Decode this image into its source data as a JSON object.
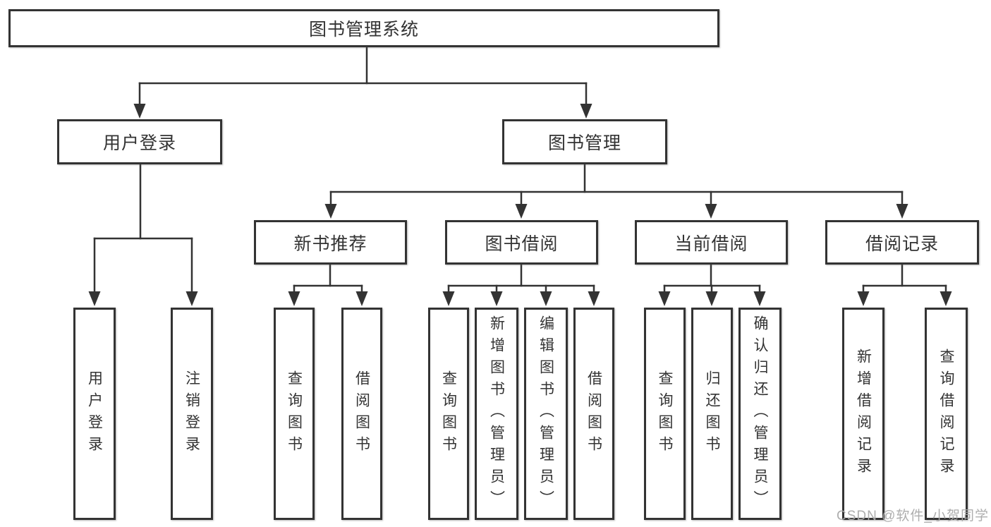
{
  "tree": {
    "label": "图书管理系统",
    "children": [
      {
        "label": "用户登录",
        "children": [
          {
            "label": "用户登录"
          },
          {
            "label": "注销登录"
          }
        ]
      },
      {
        "label": "图书管理",
        "children": [
          {
            "label": "新书推荐",
            "children": [
              {
                "label": "查询图书"
              },
              {
                "label": "借阅图书"
              }
            ]
          },
          {
            "label": "图书借阅",
            "children": [
              {
                "label": "查询图书"
              },
              {
                "label": "新增图书（管理员）"
              },
              {
                "label": "编辑图书（管理员）"
              },
              {
                "label": "借阅图书"
              }
            ]
          },
          {
            "label": "当前借阅",
            "children": [
              {
                "label": "查询图书"
              },
              {
                "label": "归还图书"
              },
              {
                "label": "确认归还（管理员）"
              }
            ]
          },
          {
            "label": "借阅记录",
            "children": [
              {
                "label": "新增借阅记录"
              },
              {
                "label": "查询借阅记录"
              }
            ]
          }
        ]
      }
    ]
  },
  "watermark": {
    "text": "CSDN @软件_小贺同学"
  },
  "colors": {
    "line": "#333333",
    "box_border": "#333333",
    "text": "#333333",
    "watermark": "#aaaaaa",
    "background": "#ffffff"
  }
}
